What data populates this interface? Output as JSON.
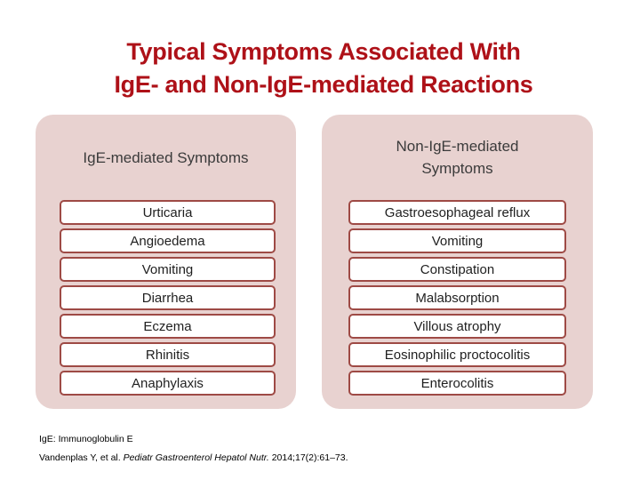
{
  "slide": {
    "title_line1": "Typical Symptoms Associated With",
    "title_line2": "IgE- and Non-IgE-mediated Reactions"
  },
  "colors": {
    "title_red": "#ae1118",
    "panel_bg": "#e8d2d0",
    "item_border": "#9e4a45"
  },
  "panels": {
    "left": {
      "header": "IgE-mediated Symptoms",
      "items": [
        "Urticaria",
        "Angioedema",
        "Vomiting",
        "Diarrhea",
        "Eczema",
        "Rhinitis",
        "Anaphylaxis"
      ]
    },
    "right": {
      "header_line1": "Non-IgE-mediated",
      "header_line2": "Symptoms",
      "items": [
        "Gastroesophageal reflux",
        "Vomiting",
        "Constipation",
        "Malabsorption",
        "Villous atrophy",
        "Eosinophilic proctocolitis",
        "Enterocolitis"
      ]
    }
  },
  "footnotes": {
    "abbreviation": "IgE: Immunoglobulin E",
    "citation_prefix": "Vandenplas Y, et al. ",
    "citation_journal": "Pediatr Gastroenterol Hepatol Nutr.",
    "citation_suffix": " 2014;17(2):61–73."
  }
}
